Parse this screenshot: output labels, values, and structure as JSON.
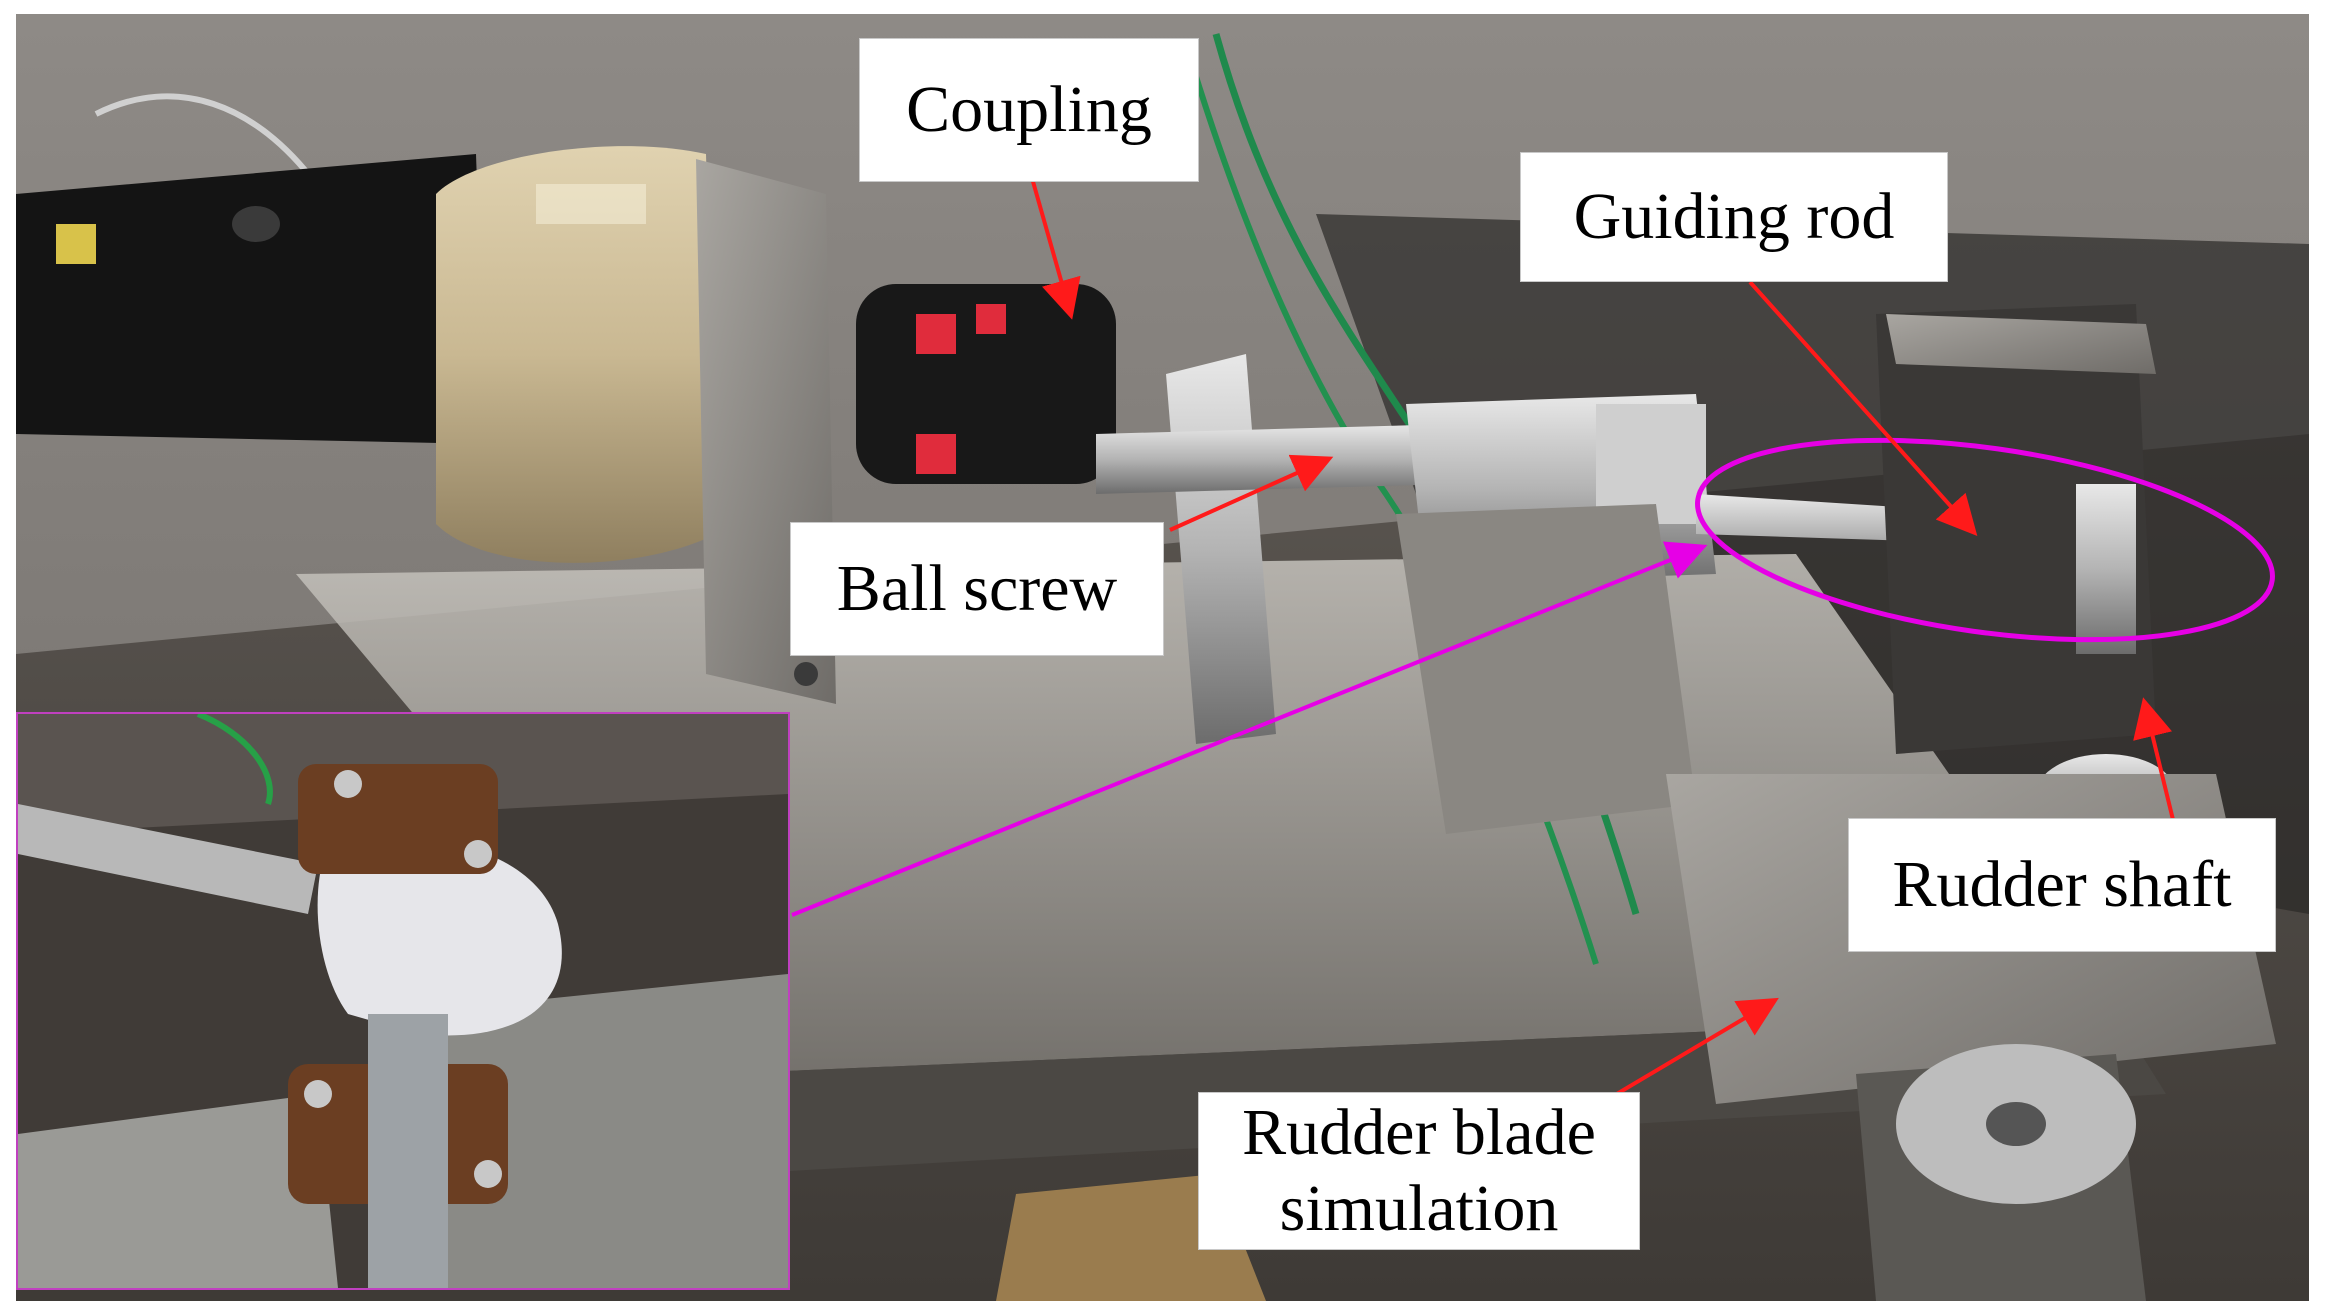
{
  "labels": {
    "coupling": "Coupling",
    "guiding_rod": "Guiding rod",
    "ball_screw": "Ball screw",
    "rudder_shaft": "Rudder shaft",
    "rudder_blade_line1": "Rudder blade",
    "rudder_blade_line2": "simulation"
  },
  "colors": {
    "arrow_red": "#ff1a1a",
    "highlight_magenta": "#e600e6",
    "inset_border": "#c040c0"
  }
}
